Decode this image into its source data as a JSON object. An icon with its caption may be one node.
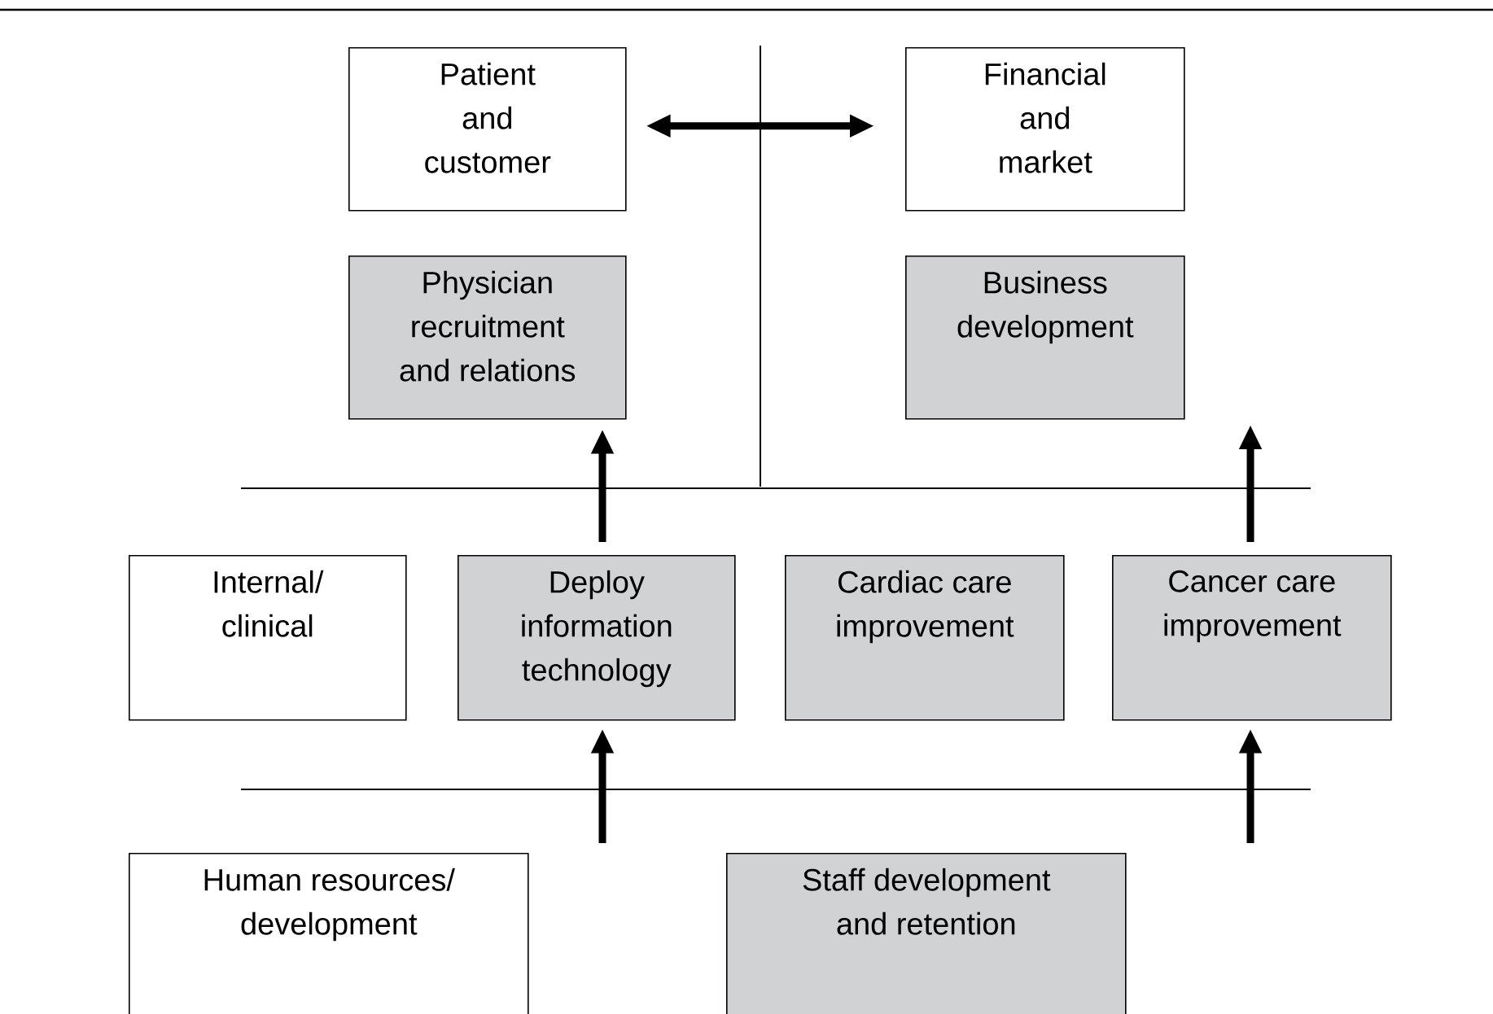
{
  "diagram": {
    "nodes": [
      {
        "text": [
          "Patient and customer"
        ]
      },
      {
        "text": [
          "Financial and market"
        ]
      },
      {
        "text": [
          "Physician recruitment and relations"
        ]
      },
      {
        "text": [
          "Business development"
        ]
      },
      {
        "text": [
          "Internal/ clinical"
        ]
      },
      {
        "text": [
          "Deploy information technology"
        ]
      },
      {
        "text": [
          "Cardiac care improvement"
        ]
      },
      {
        "text": [
          "Cancer care improvement"
        ]
      },
      {
        "text": [
          "Human resources/ development"
        ]
      },
      {
        "text": [
          "Staff development and retention"
        ]
      }
    ],
    "edges": [
      {
        "from": 0,
        "to": 1,
        "arrow": "both"
      },
      {
        "from": 5,
        "to": 2,
        "arrow": "to"
      },
      {
        "from": 7,
        "to": null,
        "arrow": "to"
      },
      {
        "from": null,
        "to": 5,
        "arrow": "to"
      },
      {
        "from": null,
        "to": 7,
        "arrow": "to"
      }
    ]
  }
}
